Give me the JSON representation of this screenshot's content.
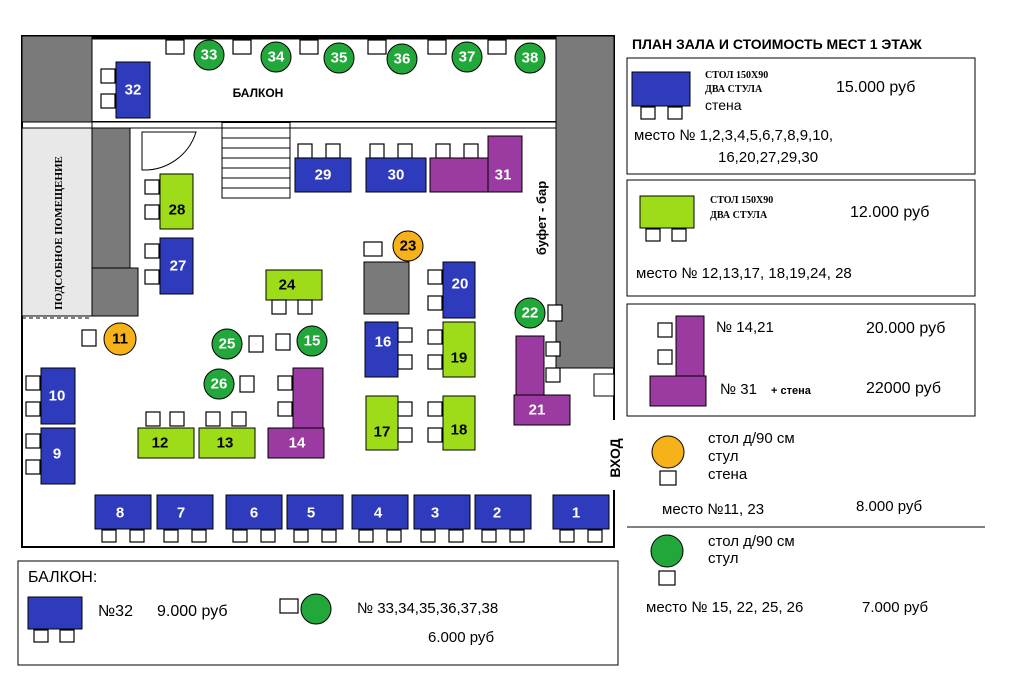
{
  "title": "ПЛАН ЗАЛА И СТОИМОСТЬ МЕСТ 1 ЭТАЖ",
  "colors": {
    "blue": "#2f3bbd",
    "green": "#9edb18",
    "purple": "#9b3aa0",
    "orange": "#f7b21a",
    "round_green": "#22a83a",
    "gray": "#7a7a7a"
  },
  "floor_labels": {
    "balcony": "БАЛКОН",
    "utility": "ПОДСОБНОЕ ПОМЕЩЕНИЕ",
    "bar": "буфет - бар",
    "entrance": "ВХОД"
  },
  "tables": {
    "t1": "1",
    "t2": "2",
    "t3": "3",
    "t4": "4",
    "t5": "5",
    "t6": "6",
    "t7": "7",
    "t8": "8",
    "t9": "9",
    "t10": "10",
    "t11": "11",
    "t12": "12",
    "t13": "13",
    "t14": "14",
    "t15": "15",
    "t16": "16",
    "t17": "17",
    "t18": "18",
    "t19": "19",
    "t20": "20",
    "t21": "21",
    "t22": "22",
    "t23": "23",
    "t24": "24",
    "t25": "25",
    "t26": "26",
    "t27": "27",
    "t28": "28",
    "t29": "29",
    "t30": "30",
    "t31": "31",
    "t32": "32",
    "t33": "33",
    "t34": "34",
    "t35": "35",
    "t36": "36",
    "t37": "37",
    "t38": "38"
  },
  "legend": {
    "blue": {
      "line1": "СТОЛ 150Х90",
      "line2": "ДВА СТУЛА",
      "line3": "стена",
      "price": "15.000 руб",
      "places_1": "место № 1,2,3,4,5,6,7,8,9,10,",
      "places_2": "16,20,27,29,30"
    },
    "green": {
      "line1": "СТОЛ 150Х90",
      "line2": "ДВА СТУЛА",
      "price": "12.000 руб",
      "places": "место № 12,13,17, 18,19,24, 28"
    },
    "purple": {
      "nums_a": "№ 14,21",
      "price_a": "20.000 руб",
      "nums_b": "№ 31",
      "suffix_b": "+ стена",
      "price_b": "22000 руб"
    },
    "orange": {
      "line1": "стол д/90 см",
      "line2": "стул",
      "line3": "стена",
      "places": "место №11, 23",
      "price": "8.000 руб"
    },
    "round_green": {
      "line1": "стол д/90 см",
      "line2": "стул",
      "places": "место № 15, 22, 25, 26",
      "price": "7.000 руб"
    }
  },
  "balcony_box": {
    "title": "БАЛКОН:",
    "item_a": "№32",
    "price_a": "9.000 руб",
    "item_b": "№ 33,34,35,36,37,38",
    "price_b": "6.000 руб"
  }
}
